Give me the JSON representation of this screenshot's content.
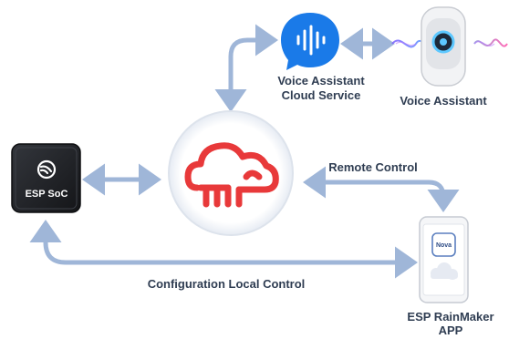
{
  "nodes": {
    "esp_soc": {
      "label": "ESP SoC"
    },
    "voice_cloud": {
      "line1": "Voice Assistant",
      "line2": "Cloud Service"
    },
    "voice_assistant": {
      "label": "Voice Assistant"
    },
    "rainmaker_app": {
      "line1": "ESP RainMaker",
      "line2": "APP",
      "screen_badge": "Nova"
    }
  },
  "edges": {
    "remote_control": "Remote Control",
    "config_local_control": "Configuration Local Control"
  },
  "colors": {
    "arrow": "#9fb6d8",
    "cloud_logo": "#e8393a",
    "voice_bubble": "#1a7ae8",
    "chip_body": "#1f2125",
    "label_text": "#2f3d52"
  }
}
